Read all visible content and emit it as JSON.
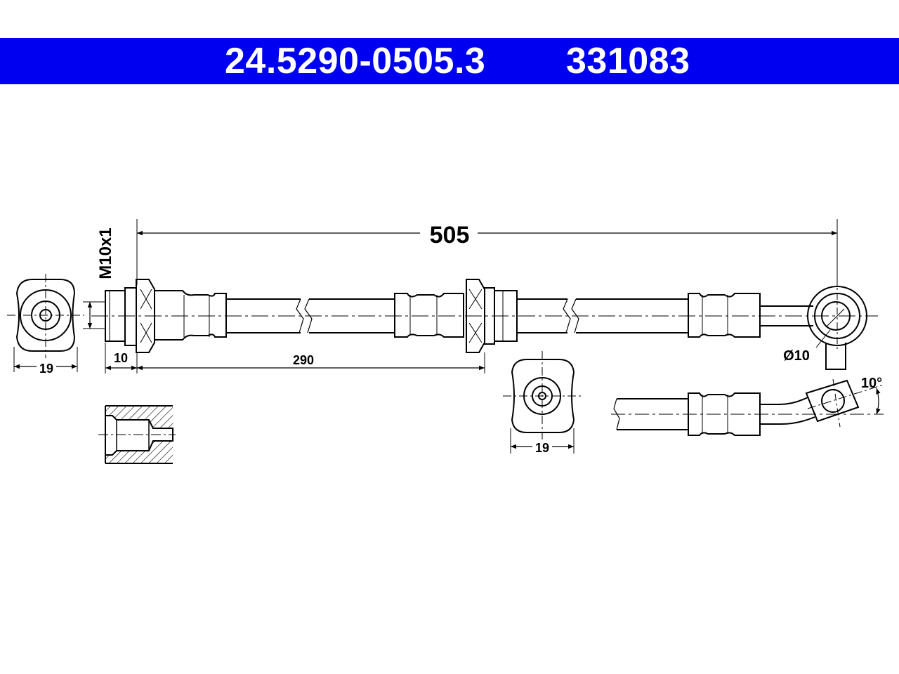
{
  "header": {
    "part_number": "24.5290-0505.3",
    "reference_number": "331083",
    "background_color": "#0000f0",
    "text_color": "#ffffff"
  },
  "dimensions": {
    "overall_length": "505",
    "thread": "M10x1",
    "left_end_width": "19",
    "thread_length": "10",
    "sleeve_distance": "290",
    "eye_diameter": "Ø10",
    "eye_end_width": "19",
    "bend_angle": "10°"
  }
}
